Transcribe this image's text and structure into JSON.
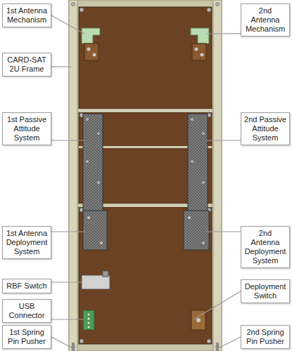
{
  "diagram": {
    "nodes": [
      {
        "text": [
          "1st Antenna Mechanism"
        ]
      },
      {
        "text": [
          "2nd Antenna Mechanism"
        ]
      },
      {
        "text": [
          "CARD-SAT 2U Frame"
        ]
      },
      {
        "text": [
          "1st Passive Attitude System"
        ]
      },
      {
        "text": [
          "2nd Passive Attitude System"
        ]
      },
      {
        "text": [
          "1st Antenna Deployment System"
        ]
      },
      {
        "text": [
          "2nd Antenna Deployment System"
        ]
      },
      {
        "text": [
          "RBF Switch"
        ]
      },
      {
        "text": [
          "Deployment Switch"
        ]
      },
      {
        "text": [
          "USB Connector"
        ]
      },
      {
        "text": [
          "1st Spring Pin Pusher"
        ]
      },
      {
        "text": [
          "2nd Spring Pin Pusher"
        ]
      }
    ]
  }
}
